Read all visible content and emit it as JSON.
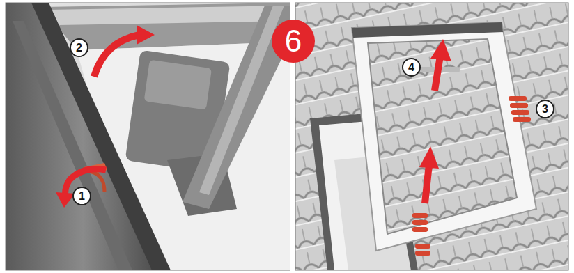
{
  "diagram": {
    "labels": [
      "6",
      "1",
      "2",
      "3",
      "4"
    ]
  }
}
